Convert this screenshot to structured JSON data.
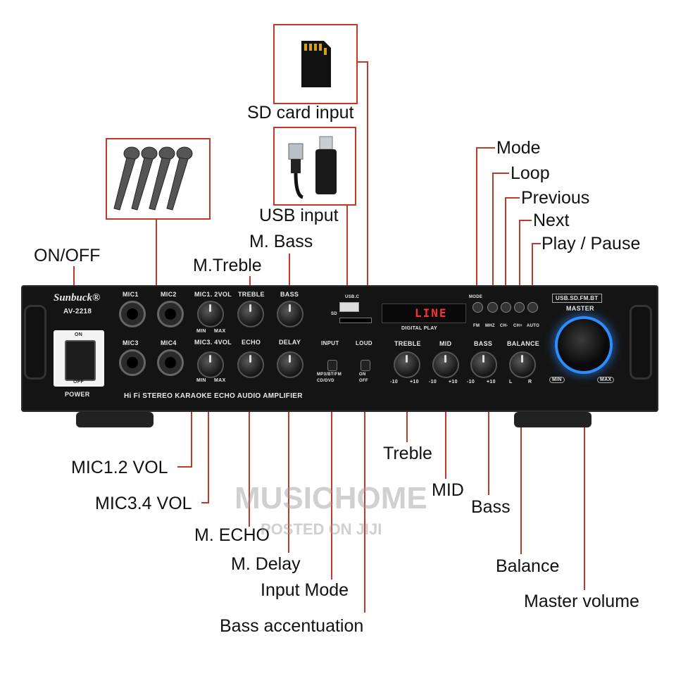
{
  "callouts": {
    "sd_card": "SD card input",
    "usb": "USB input",
    "m_bass": "M. Bass",
    "m_treble": "M.Treble",
    "on_off": "ON/OFF",
    "mode": "Mode",
    "loop": "Loop",
    "previous": "Previous",
    "next": "Next",
    "play_pause": "Play / Pause",
    "mic12_vol": "MIC1.2 VOL",
    "mic34_vol": "MIC3.4 VOL",
    "m_echo": "M. ECHO",
    "m_delay": "M. Delay",
    "input_mode": "Input Mode",
    "bass_accentuation": "Bass accentuation",
    "treble": "Treble",
    "mid": "MID",
    "bass": "Bass",
    "balance": "Balance",
    "master_volume": "Master volume"
  },
  "panel": {
    "brand": "Sunbuck®",
    "model": "AV-2218",
    "mic1": "MIC1",
    "mic2": "MIC2",
    "mic3": "MIC3",
    "mic4": "MIC4",
    "mic12_vol": "MIC1. 2VOL",
    "mic34_vol": "MIC3. 4VOL",
    "treble": "TREBLE",
    "bass": "BASS",
    "echo": "ECHO",
    "delay": "DELAY",
    "min": "MIN",
    "max": "MAX",
    "minus": "−",
    "plus": "+",
    "on": "ON",
    "off": "OFF",
    "power": "POWER",
    "tagline": "Hi Fi STEREO KARAOKE ECHO AUDIO AMPLIFIER",
    "usbc": "USB.C",
    "sd": "SD",
    "display": "LINE",
    "digital_play": "DIGITAL PLAY",
    "input": "INPUT",
    "loud": "LOUD",
    "input_opt1": "MP3/BT/FM",
    "input_opt2": "CD/DVD",
    "loud_on": "ON",
    "loud_off": "OFF",
    "eq_treble": "TREBLE",
    "eq_mid": "MID",
    "eq_bass": "BASS",
    "eq_balance": "BALANCE",
    "scale_min": "-10",
    "scale_max": "+10",
    "bal_l": "L",
    "bal_r": "R",
    "mode_btn": "MODE",
    "fm": "FM",
    "mhz": "MHZ",
    "ch_minus": "CH-",
    "ch_plus": "CH+",
    "auto": "AUTO",
    "usb_sd_fm_bt": "USB.SD.FM.BT",
    "master": "MASTER",
    "master_min": "MIN",
    "master_max": "MAX"
  },
  "watermark": {
    "main": "MUSICHOME",
    "sub": "POSTED ON JIJI"
  },
  "colors": {
    "leader": "#c0392b",
    "panel": "#141414",
    "display": "#ff3030",
    "master_glow": "#2f8cff"
  }
}
